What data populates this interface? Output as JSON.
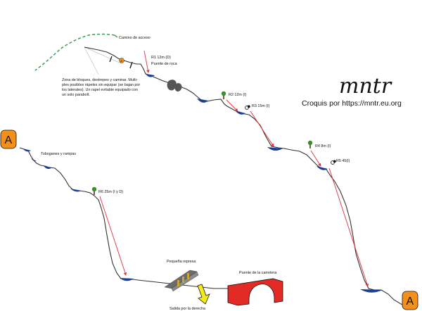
{
  "labels": {
    "access": "Camino de acceso",
    "r1_line1": "R1 12m (D)",
    "r1_line2": "Puente de roca",
    "zone_l1": "Zona de bloques, destrepes y caminar. Multi-",
    "zone_l2": "ples posibles rápeles sin equipar (se bajan por",
    "zone_l3": "los laterales). Un rapel evitable equipado con",
    "zone_l4": "un solo parabolt.",
    "r2": "R2 12m (I)",
    "r3": "R3 15m (I)",
    "r4": "R4 8m (I)",
    "r5": "R5 45(I)",
    "toboganes": "Toboganes y rampas",
    "r6": "R6 25m (I y D)",
    "represa": "Pequeña represa",
    "puente": "Puente de la carretera",
    "salida": "Salida por la derecha"
  },
  "markers": {
    "left": "A",
    "right": "A"
  },
  "brand": {
    "logo": "mntr",
    "credit": "Croquis por https://mntr.eu.org"
  },
  "colors": {
    "profile": "#333333",
    "rappel": "#e0303a",
    "pool": "#1c3f94",
    "path": "#2a9a4a",
    "marker_fill": "#f39019",
    "bridge": "#e22b25",
    "exit_arrow": "#f6ea1a",
    "tree": "#3f8a2a",
    "boulder": "#555555"
  },
  "icons": {
    "tree": "tree-icon",
    "anchor": "anchor-bolt-icon",
    "boulder": "boulder-icon",
    "exit": "exit-arrow-icon",
    "bridge": "road-bridge-icon",
    "dam": "dam-icon"
  }
}
